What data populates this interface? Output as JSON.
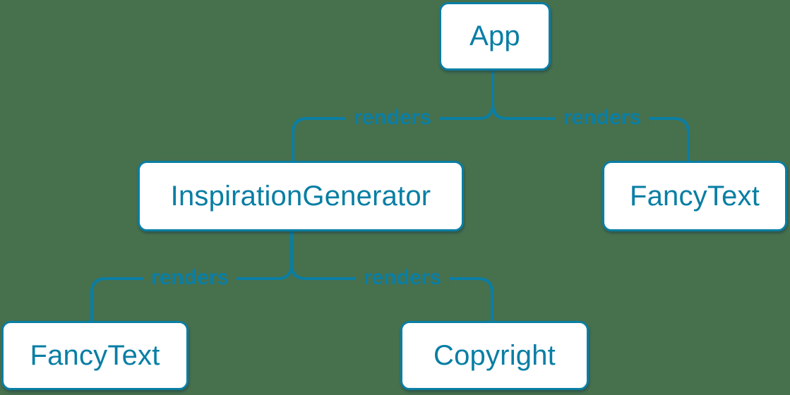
{
  "colors": {
    "background": "#47704D",
    "accent": "#0a7ea4",
    "node_fill": "#ffffff",
    "node_text": "#087ea4"
  },
  "diagram": {
    "type": "tree",
    "nodes": [
      {
        "id": "app",
        "label": "App"
      },
      {
        "id": "inspiration-generator",
        "label": "InspirationGenerator"
      },
      {
        "id": "fancy-text-right",
        "label": "FancyText"
      },
      {
        "id": "fancy-text-left",
        "label": "FancyText"
      },
      {
        "id": "copyright",
        "label": "Copyright"
      }
    ],
    "edges": [
      {
        "from": "App",
        "to": "InspirationGenerator",
        "label": "renders"
      },
      {
        "from": "App",
        "to": "FancyText",
        "label": "renders"
      },
      {
        "from": "InspirationGenerator",
        "to": "FancyText",
        "label": "renders"
      },
      {
        "from": "InspirationGenerator",
        "to": "Copyright",
        "label": "renders"
      }
    ]
  }
}
